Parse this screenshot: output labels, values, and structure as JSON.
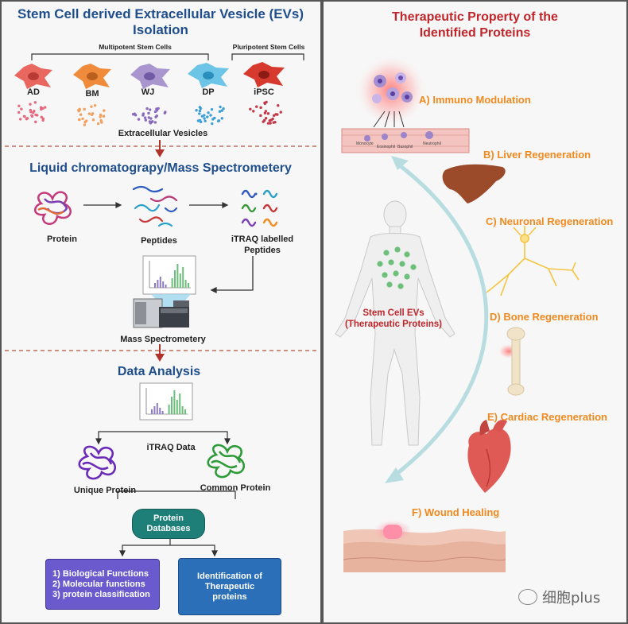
{
  "left": {
    "section1": {
      "title_line1": "Stem Cell derived Extracellular Vesicle (EVs)",
      "title_line2": "Isolation",
      "group_multipotent": "Multipotent  Stem  Cells",
      "group_pluripotent": "Pluripotent  Stem  Cells",
      "cells": [
        "AD",
        "BM",
        "WJ",
        "DP",
        "iPSC"
      ],
      "vesicles_label": "Extracellular Vesicles"
    },
    "section2": {
      "title": "Liquid chromatograpy/Mass Spectrometery",
      "protein": "Protein",
      "peptides": "Peptides",
      "itraq_line1": "iTRAQ  labelled",
      "itraq_line2": "Peptides",
      "ms": "Mass Spectrometery"
    },
    "section3": {
      "title": "Data Analysis",
      "itraq_data": "iTRAQ Data",
      "unique": "Unique Protein",
      "common": "Common Protein",
      "db_line1": "Protein",
      "db_line2": "Databases",
      "functions": [
        "1) Biological Functions",
        "2) Molecular functions",
        "3) protein classification"
      ],
      "ident_line1": "Identification of",
      "ident_line2": "Therapeutic",
      "ident_line3": "proteins"
    }
  },
  "right": {
    "title_line1": "Therapeutic Property of the",
    "title_line2": "Identified  Proteins",
    "center_line1": "Stem Cell  EVs",
    "center_line2": "(Therapeutic Proteins)",
    "immune_cells": [
      "Monocyte",
      "Eosinophil",
      "Basophil",
      "Neutrophil"
    ],
    "properties": {
      "a": "A) Immuno Modulation",
      "b": "B) Liver  Regeneration",
      "c": "C) Neuronal  Regeneration",
      "d": "D) Bone  Regeneration",
      "e": "E) Cardiac  Regeneration",
      "f": "F) Wound Healing"
    }
  },
  "watermark": "细胞plus",
  "colors": {
    "title_blue": "#1f4e8c",
    "title_red": "#c0262b",
    "property_orange": "#f08a1f",
    "db_teal": "#1e7f79",
    "func_purple": "#6a5acd",
    "ident_blue": "#2a6fb8"
  }
}
